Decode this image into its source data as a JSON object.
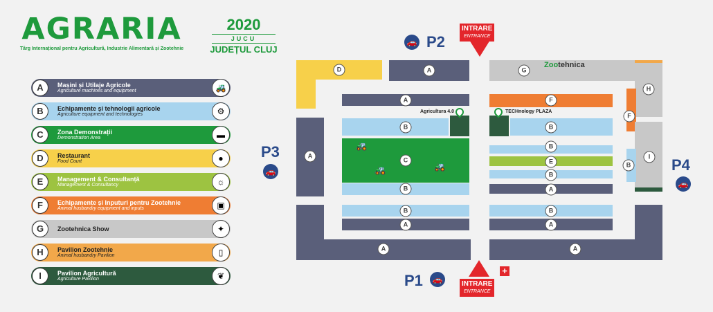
{
  "header": {
    "brand": "AGRARIA",
    "tagline": "Târg Internațional pentru Agricultură, Industrie Alimentară și Zootehnie",
    "year": "2020",
    "city": "JUCU",
    "county": "JUDEȚUL CLUJ"
  },
  "legend": [
    {
      "letter": "A",
      "title": "Mașini și Utilaje Agricole",
      "subtitle": "Agriculture machines and equipment",
      "color": "#5a5f7a",
      "icon": "tractor-icon",
      "glyph": "🚜",
      "dark": false
    },
    {
      "letter": "B",
      "title": "Echipamente și tehnologii agricole",
      "subtitle": "Agriculture equipment and technologies",
      "color": "#a8d4ee",
      "icon": "gear-icon",
      "glyph": "⚙",
      "dark": true
    },
    {
      "letter": "C",
      "title": "Zona Demonstrații",
      "subtitle": "Demonstration Area",
      "color": "#1e9a3c",
      "icon": "demo-icon",
      "glyph": "▬",
      "dark": false
    },
    {
      "letter": "D",
      "title": "Restaurant",
      "subtitle": "Food Court",
      "color": "#f7d04a",
      "icon": "plate-icon",
      "glyph": "●",
      "dark": true
    },
    {
      "letter": "E",
      "title": "Management & Consultanță",
      "subtitle": "Management & Consultancy",
      "color": "#9dc341",
      "icon": "bulb-icon",
      "glyph": "☼",
      "dark": false
    },
    {
      "letter": "F",
      "title": "Echipamente și Inputuri pentru Zootehnie",
      "subtitle": "Animal husbandry equipment and inputs",
      "color": "#ef7d33",
      "icon": "barrel-icon",
      "glyph": "▣",
      "dark": false
    },
    {
      "letter": "G",
      "title": "Zootehnica Show",
      "subtitle": "",
      "color": "#c8c8c8",
      "icon": "cow-icon",
      "glyph": "✦",
      "dark": true
    },
    {
      "letter": "H",
      "title": "Pavilion Zootehnie",
      "subtitle": "Animal husbandry Pavilion",
      "color": "#f2a84a",
      "icon": "milk-icon",
      "glyph": "▯",
      "dark": true
    },
    {
      "letter": "I",
      "title": "Pavilion Agricultură",
      "subtitle": "Agriculture Pavilion",
      "color": "#2d5a3e",
      "icon": "leaf-icon",
      "glyph": "❦",
      "dark": false
    }
  ],
  "map": {
    "parking": [
      "P1",
      "P2",
      "P3",
      "P4"
    ],
    "entrance_top": {
      "label": "INTRARE",
      "sub": "ENTRANCE"
    },
    "entrance_bottom": {
      "label": "INTRARE",
      "sub": "ENTRANCE"
    },
    "first_aid": "+",
    "agricultura_label": "Agricultura 4.0",
    "techplaza_label": "TECHnology PLAZA",
    "zoo_label_a": "Zoo",
    "zoo_label_b": "tehnica",
    "zone_letters": {
      "a": "A",
      "b": "B",
      "c": "C",
      "d": "D",
      "e": "E",
      "f": "F",
      "g": "G",
      "h": "H",
      "i": "I"
    }
  }
}
